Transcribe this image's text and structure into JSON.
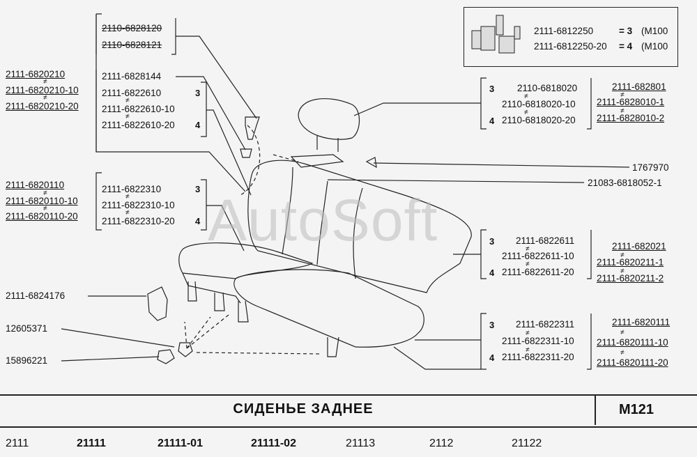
{
  "watermark": "AutoSoft",
  "grease": {
    "line1": "2111-6812250",
    "qty1": "= 3",
    "note1": "(M100",
    "line2": "2111-6812250-20",
    "qty2": "= 4",
    "note2": "(M100"
  },
  "labels": {
    "hr_old1": "2110-6828120",
    "hr_old2": "2110-6828121",
    "back_frame1": "2111-6820210",
    "back_frame2": "2111-6820210-10",
    "back_frame3": "2111-6820210-20",
    "p6828144": "2111-6828144",
    "p6822610": "2111-6822610",
    "p6822610_10": "2111-6822610-10",
    "p6822610_20": "2111-6822610-20",
    "seat_frame1": "2111-6820110",
    "seat_frame2": "2111-6820110-10",
    "seat_frame3": "2111-6820110-20",
    "p6822310": "2111-6822310",
    "p6822310_10": "2111-6822310-10",
    "p6822310_20": "2111-6822310-20",
    "p6824176": "2111-6824176",
    "p12605371": "12605371",
    "p15896221": "15896221",
    "hr1": "2110-6818020",
    "hr2": "2110-6818020-10",
    "hr3": "2110-6818020-20",
    "hrr1": "2111-682801",
    "hrr2": "2111-6828010-1",
    "hrr3": "2111-6828010-2",
    "p1767970": "1767970",
    "p21083": "21083-6818052-1",
    "back1": "2111-6822611",
    "back2": "2111-6822611-10",
    "back3": "2111-6822611-20",
    "backr1": "2111-682021",
    "backr2": "2111-6820211-1",
    "backr3": "2111-6820211-2",
    "cush1": "2111-6822311",
    "cush2": "2111-6822311-10",
    "cush3": "2111-6822311-20",
    "cushr1": "2111-6820111",
    "cushr2": "2111-6820111-10",
    "cushr3": "2111-6820111-20"
  },
  "qty": {
    "three": "3",
    "four": "4"
  },
  "ne": "≠",
  "title": "СИДЕНЬЕ ЗАДНЕЕ",
  "code": "M121",
  "models": [
    "2111",
    "21111",
    "21111-01",
    "21111-02",
    "21113",
    "2112",
    "21122"
  ]
}
